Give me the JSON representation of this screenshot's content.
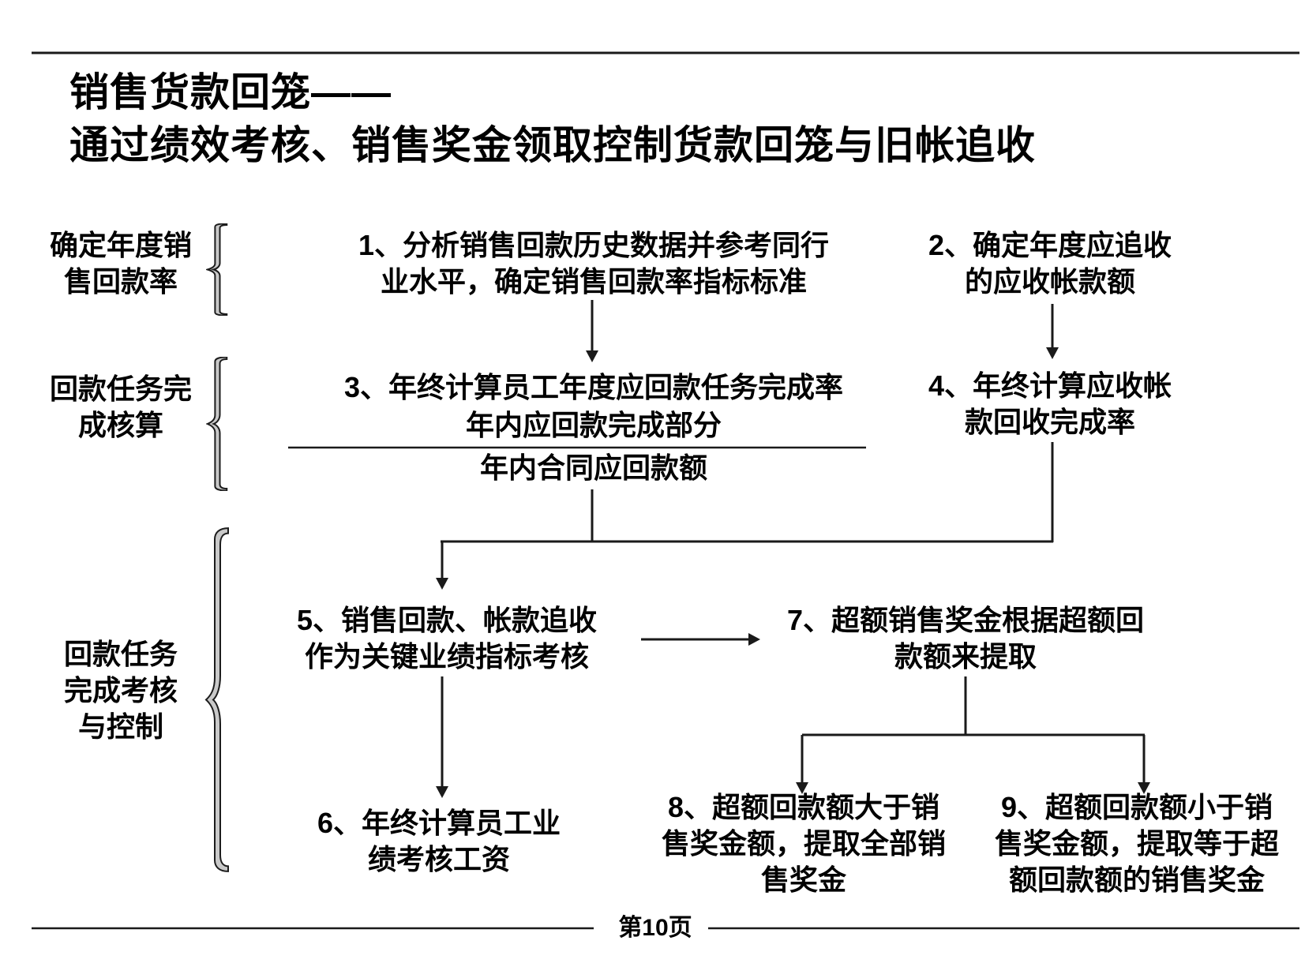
{
  "page": {
    "title_line1": "销售货款回笼——",
    "title_line2": "通过绩效考核、销售奖金领取控制货款回笼与旧帐追收",
    "footer": "第10页"
  },
  "colors": {
    "text": "#000000",
    "line": "#1a1a1a",
    "brace_fill": "#c9c9c9",
    "brace_outline": "#1c1c1c",
    "background": "#ffffff"
  },
  "row_labels": [
    {
      "lines": [
        "确定年度销",
        "售回款率"
      ]
    },
    {
      "lines": [
        "回款任务完",
        "成核算"
      ]
    },
    {
      "lines": [
        "回款任务",
        "完成考核",
        "与控制"
      ]
    }
  ],
  "flow": {
    "step1": {
      "lines": [
        "1、分析销售回款历史数据并参考同行",
        "业水平，确定销售回款率指标标准"
      ]
    },
    "step2": {
      "lines": [
        "2、确定年度应追收",
        "的应收帐款额"
      ]
    },
    "step3": {
      "heading": "3、年终计算员工年度应回款任务完成率",
      "fraction": {
        "numerator": "年内应回款完成部分",
        "denominator": "年内合同应回款额"
      }
    },
    "step4": {
      "lines": [
        "4、年终计算应收帐",
        "款回收完成率"
      ]
    },
    "step5": {
      "lines": [
        "5、销售回款、帐款追收",
        "作为关键业绩指标考核"
      ]
    },
    "step6": {
      "lines": [
        "6、年终计算员工业",
        "绩考核工资"
      ]
    },
    "step7": {
      "lines": [
        "7、超额销售奖金根据超额回",
        "款额来提取"
      ]
    },
    "step8": {
      "lines": [
        "8、超额回款额大于销",
        "售奖金额，提取全部销",
        "售奖金"
      ]
    },
    "step9": {
      "lines": [
        "9、超额回款额小于销",
        "售奖金额，提取等于超",
        "额回款额的销售奖金"
      ]
    }
  }
}
